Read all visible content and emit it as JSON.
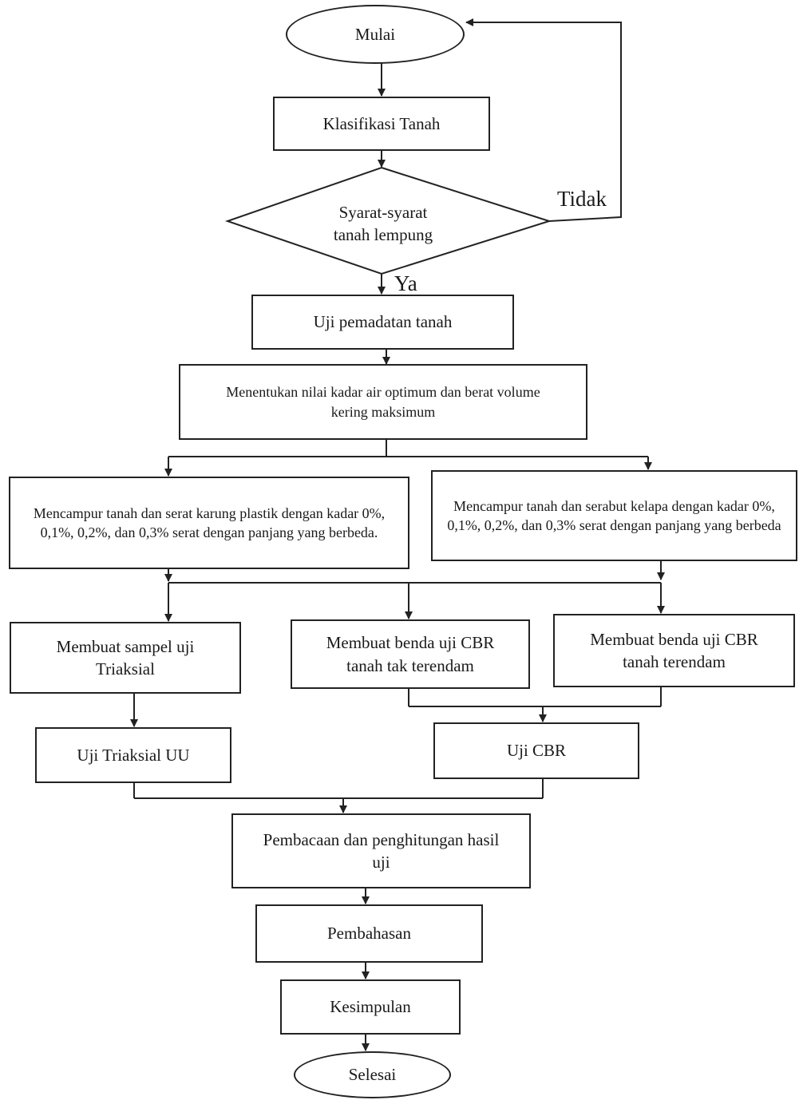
{
  "nodes": {
    "start": "Mulai",
    "classify": "Klasifikasi Tanah",
    "decision": "Syarat-syarat tanah lempung",
    "compaction": "Uji pemadatan tanah",
    "determine": "Menentukan nilai kadar air optimum dan berat volume kering maksimum",
    "mix_plastic": "Mencampur tanah dan serat karung plastik dengan kadar 0%, 0,1%, 0,2%, dan 0,3%  serat dengan panjang yang berbeda.",
    "mix_coconut": "Mencampur tanah dan serabut kelapa dengan kadar 0%, 0,1%, 0,2%, dan 0,3%  serat dengan panjang yang berbeda",
    "triaxial_sample": "Membuat sampel uji Triaksial",
    "cbr_unsoaked": "Membuat benda uji CBR tanah tak terendam",
    "cbr_soaked": "Membuat benda uji CBR tanah  terendam",
    "triaxial_test": "Uji Triaksial UU",
    "cbr_test": "Uji CBR",
    "reading": "Pembacaan dan penghitungan hasil uji",
    "discussion": "Pembahasan",
    "conclusion": "Kesimpulan",
    "end": "Selesai"
  },
  "labels": {
    "no": "Tidak",
    "yes": "Ya"
  }
}
